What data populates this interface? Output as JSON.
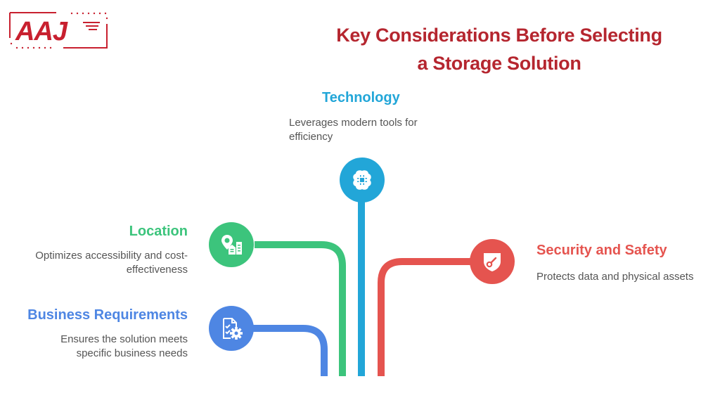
{
  "logo": {
    "text": "AAJ",
    "color": "#c8202f"
  },
  "title": {
    "line1": "Key Considerations Before Selecting",
    "line2": "a Storage Solution",
    "color": "#b5262f"
  },
  "items": [
    {
      "id": "technology",
      "heading": "Technology",
      "description_line1": "Leverages modern tools for",
      "description_line2": "efficiency",
      "color": "#22a6d8",
      "icon": "brain-chip-icon"
    },
    {
      "id": "location",
      "heading": "Location",
      "description_line1": "Optimizes accessibility and cost-",
      "description_line2": "effectiveness",
      "color": "#3cc47c",
      "icon": "location-building-icon"
    },
    {
      "id": "security",
      "heading": "Security and Safety",
      "description_line1": "Protects data and physical assets",
      "description_line2": "",
      "color": "#e5544f",
      "icon": "shield-key-icon"
    },
    {
      "id": "business",
      "heading": "Business Requirements",
      "description_line1": "Ensures the solution meets",
      "description_line2": "specific business needs",
      "color": "#4e86e3",
      "icon": "checklist-gear-icon"
    }
  ]
}
